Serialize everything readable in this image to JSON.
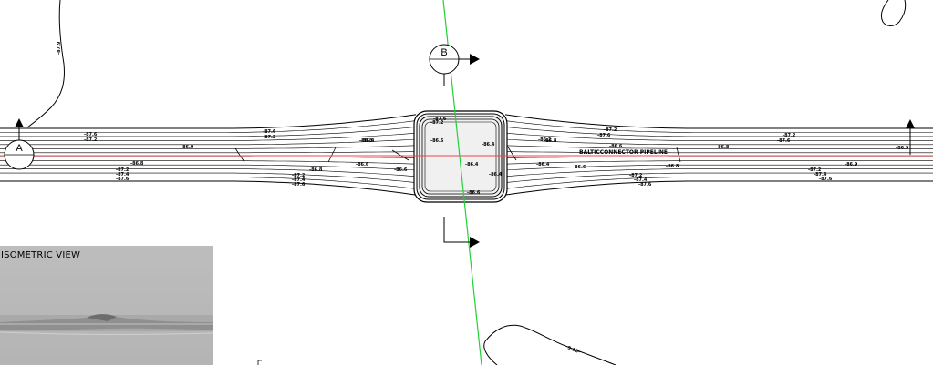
{
  "section_marks": {
    "left": "A",
    "top": "B"
  },
  "pipeline_label": "BALTICCONNECTOR PIPELINE",
  "depth_labels": {
    "contour_top_left": "-87.9",
    "contour_bottom": "9.18-",
    "left_cluster_1": [
      "-87.6",
      "-87.2"
    ],
    "left_cluster_2": [
      "-87.2",
      "-87.4",
      "-87.6"
    ],
    "mid_upper": [
      "-87.6",
      "-87.2"
    ],
    "mid_lower": [
      "-87.2",
      "-87.4",
      "-87.6"
    ],
    "right_upper_1": [
      "-87.2",
      "-87.6"
    ],
    "right_upper_2": [
      "-87.2",
      "-87.6"
    ],
    "right_lower_1": [
      "-87.2",
      "-87.4",
      "-87.6"
    ],
    "right_lower_2": [
      "-87.2",
      "-87.4",
      "-87.6"
    ],
    "structure": [
      "-87.6",
      "-87.2"
    ],
    "centerline": [
      "-86.9",
      "-86.8",
      "-86.6",
      "-86.4",
      "-86.2",
      "-86.6",
      "-86.8",
      "-86.9",
      "-86.8",
      "-86.6",
      "-86.4"
    ],
    "lower_row": [
      "-86.8",
      "-86.6",
      "-86.4",
      "-86.6",
      "-86.4",
      "-86.8",
      "-86.9",
      "-86.6",
      "-86.4",
      "-86.8"
    ]
  },
  "iso_view": {
    "title": "ISOMETRIC VIEW"
  },
  "colors": {
    "pipeline": "#e8474f",
    "section_line": "#22d13a",
    "background": "#ffffff",
    "iso_panel": "#b9b9b9"
  }
}
